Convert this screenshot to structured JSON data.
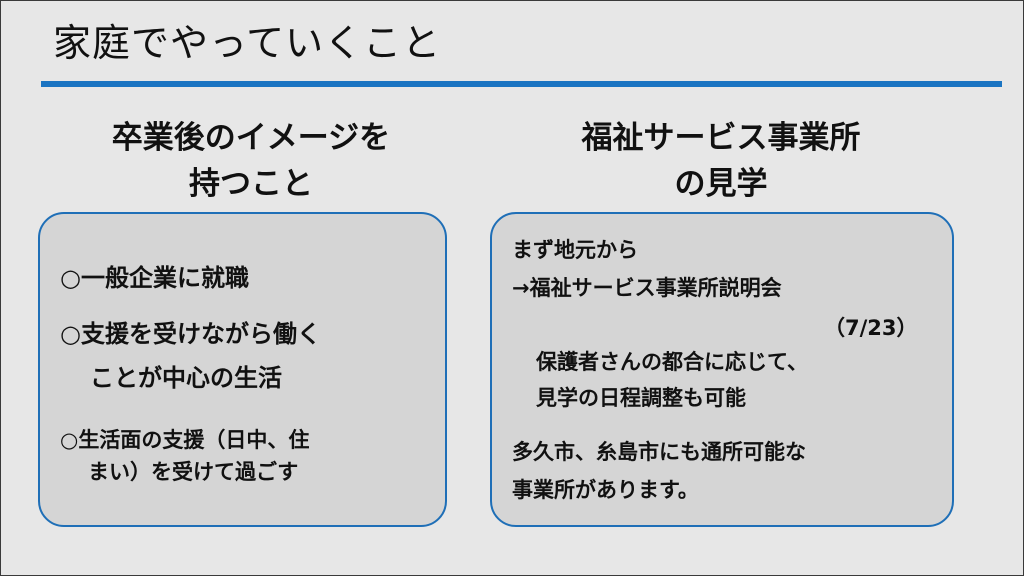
{
  "title": "家庭でやっていくこと",
  "left": {
    "heading_line1": "卒業後のイメージを",
    "heading_line2": "持つこと",
    "items": [
      {
        "line1": "○一般企業に就職"
      },
      {
        "line1": "○支援を受けながら働く",
        "line2": "ことが中心の生活"
      },
      {
        "line1": "○生活面の支援（日中、住",
        "line2": "まい）を受けて過ごす"
      }
    ]
  },
  "right": {
    "heading_line1": "福祉サービス事業所",
    "heading_line2": "の見学",
    "lines": [
      "まず地元から",
      "→福祉サービス事業所説明会",
      "（7/23）",
      "保護者さんの都合に応じて、",
      "見学の日程調整も可能",
      "多久市、糸島市にも通所可能な",
      "事業所があります。"
    ]
  },
  "colors": {
    "accent": "#1a74c2",
    "box_border": "#1f6fb7",
    "box_fill": "#d5d5d5",
    "background": "#e7e7e7"
  }
}
